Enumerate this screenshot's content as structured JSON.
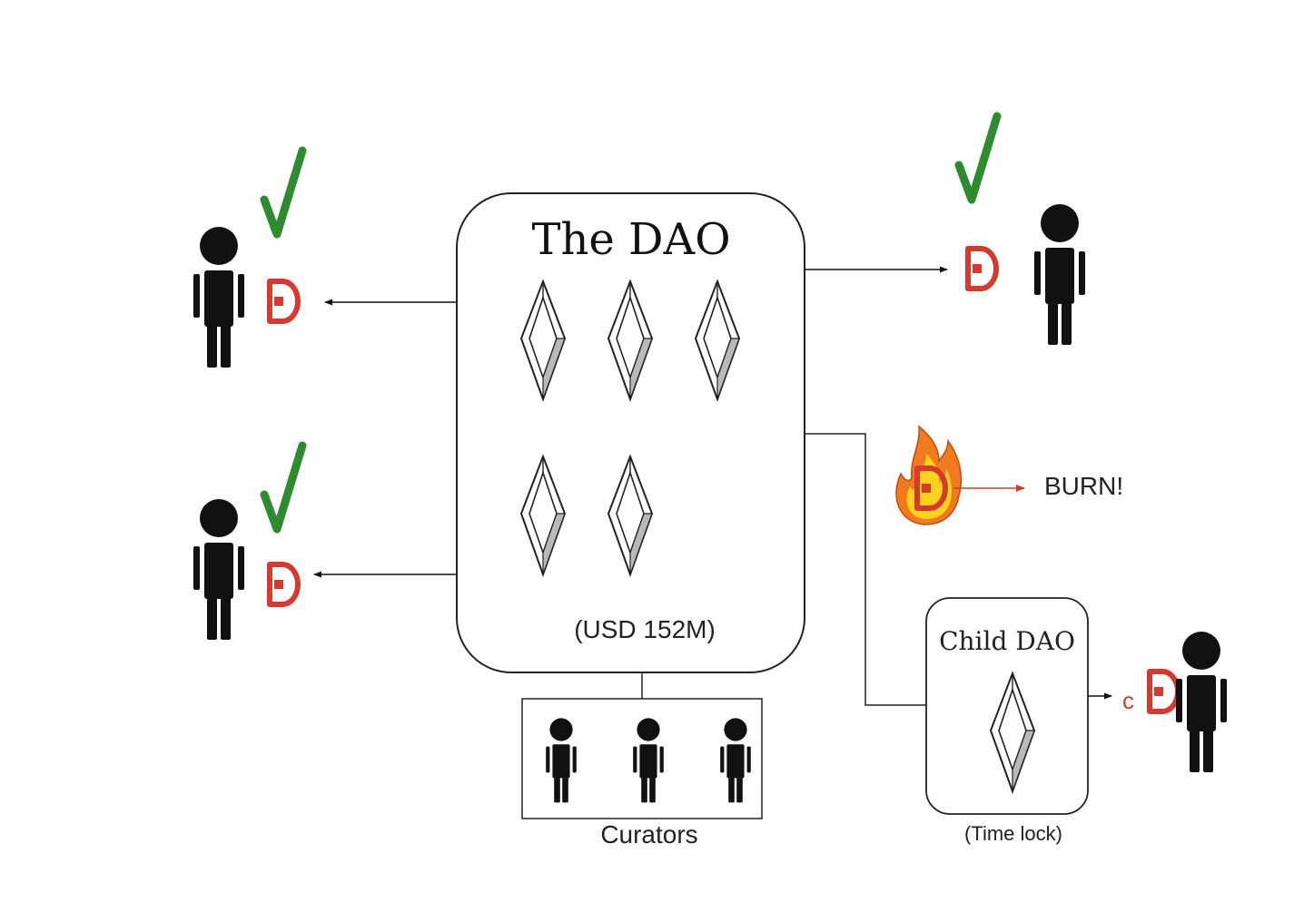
{
  "diagram": {
    "dao": {
      "title": "The DAO",
      "funds": "(USD 152M)",
      "ether_count": 5
    },
    "curators": {
      "label": "Curators",
      "count": 3
    },
    "burn": {
      "label": "BURN!"
    },
    "child_dao": {
      "title": "Child DAO",
      "note": "(Time lock)",
      "token_prefix": "c"
    },
    "colors": {
      "token": "#d63a2e",
      "check": "#2e8b2e",
      "fire": "#f5a623",
      "arrow": "#111111"
    }
  }
}
